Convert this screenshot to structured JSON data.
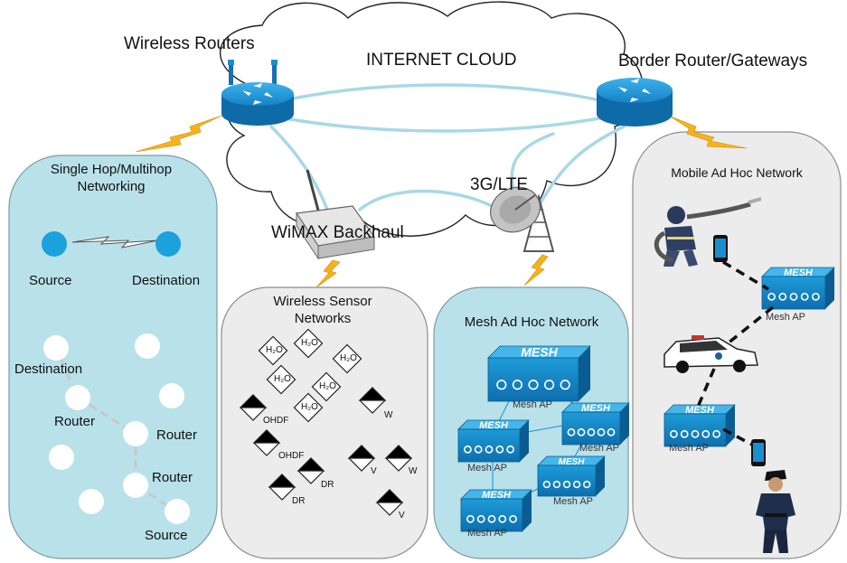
{
  "top_labels": {
    "wireless_routers": "Wireless Routers",
    "internet_cloud": "INTERNET CLOUD",
    "border_router": "Border Router/Gateways",
    "wimax": "WiMAX Backhaul",
    "lte": "3G/LTE"
  },
  "single_hop": {
    "title_line1": "Single Hop/Multihop",
    "title_line2": "Networking",
    "source": "Source",
    "destination": "Destination",
    "destination2": "Destination",
    "router1": "Router",
    "router2": "Router",
    "router3": "Router",
    "source2": "Source"
  },
  "wsn": {
    "title_line1": "Wireless Sensor",
    "title_line2": "Networks",
    "water_sensor": "H₂O",
    "sensor_labels": [
      "OHDF",
      "OHDF",
      "DR",
      "DR",
      "V",
      "W",
      "W",
      "V"
    ]
  },
  "mesh": {
    "title": "Mesh Ad Hoc Network",
    "mesh_word": "MESH",
    "ap_label": "Mesh AP"
  },
  "manet": {
    "title": "Mobile Ad Hoc Network",
    "ap_label": "Mesh AP"
  },
  "colors": {
    "cyan_panel": "#b9e1ea",
    "gray_panel": "#ececec",
    "router_blue": "#1a8fd0",
    "node_blue": "#1ba1db",
    "link_cyan": "#a8d8e6",
    "lightning": "#f7b21b"
  }
}
